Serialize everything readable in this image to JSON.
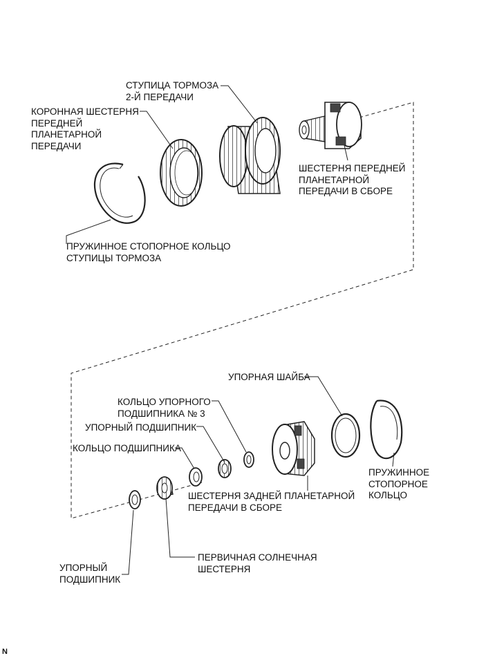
{
  "labels": {
    "brake_hub": "СТУПИЦА ТОРМОЗА\n2-Й ПЕРЕДАЧИ",
    "front_ring_gear": "КОРОННАЯ ШЕСТЕРНЯ\nПЕРЕДНЕЙ\nПЛАНЕТАРНОЙ\nПЕРЕДАЧИ",
    "front_planetary_assy": "ШЕСТЕРНЯ ПЕРЕДНЕЙ\nПЛАНЕТАРНОЙ\nПЕРЕДАЧИ В СБОРЕ",
    "hub_snap_ring": "ПРУЖИННОЕ СТОПОРНОЕ КОЛЬЦО\nСТУПИЦЫ ТОРМОЗА",
    "thrust_washer": "УПОРНАЯ ШАЙБА",
    "thrust_bearing_race_3": "КОЛЬЦО УПОРНОГО\nПОДШИПНИКА № 3",
    "thrust_bearing_upper": "УПОРНЫЙ ПОДШИПНИК",
    "bearing_race": "КОЛЬЦО ПОДШИПНИКА",
    "snap_ring": "ПРУЖИННОЕ\nСТОПОРНОЕ\nКОЛЬЦО",
    "rear_planetary_assy": "ШЕСТЕРНЯ ЗАДНЕЙ ПЛАНЕТАРНОЙ\nПЕРЕДАЧИ В СБОРЕ",
    "thrust_bearing_lower": "УПОРНЫЙ\nПОДШИПНИК",
    "primary_sun_gear": "ПЕРВИЧНАЯ СОЛНЕЧНАЯ\nШЕСТЕРНЯ"
  },
  "corner_code": "N"
}
